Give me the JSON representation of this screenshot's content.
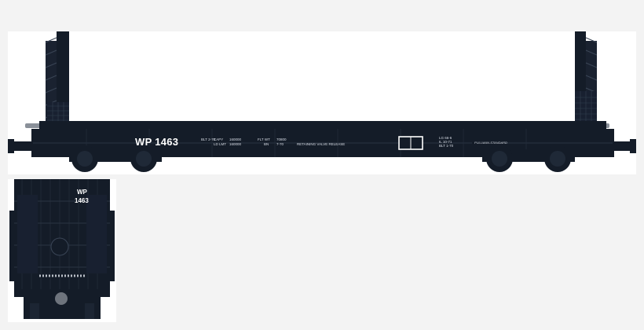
{
  "side_view": {
    "car_number": "WP 1463",
    "stencils": {
      "built": "BLT 2-70",
      "capacity_label": "CAPY",
      "capacity_value": "160000",
      "load_limit_label": "LD LMT",
      "load_limit_value": "160000",
      "light_weight_label": "FLT WT",
      "light_weight_value": "70800",
      "bn_label": "BN",
      "bn_value": "7-70",
      "valve_note": "RETAINING VALVE RELEASE",
      "reporting_box": "LG 66-6\nIL 10-71\nBLT 1-70",
      "logo_text": "PULLMAN-STANDARD"
    }
  },
  "end_view": {
    "road": "WP",
    "number": "1463"
  },
  "colors": {
    "car_body": "#141c28",
    "car_detail": "#2a3442",
    "panel_bg": "#ffffff",
    "page_bg": "#f3f3f3",
    "lettering": "#ffffff"
  }
}
